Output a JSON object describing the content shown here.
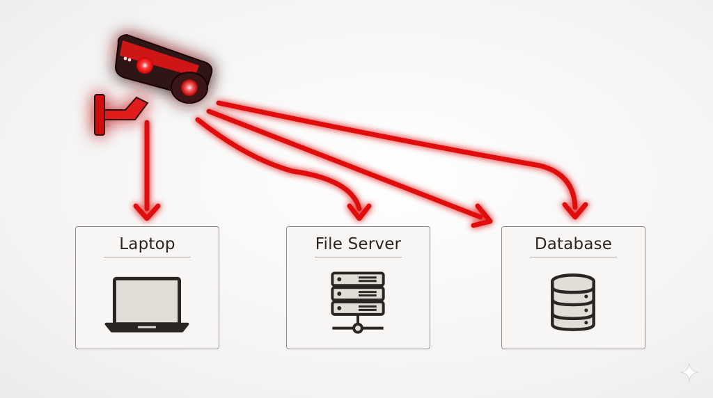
{
  "colors": {
    "accent": "#e01010",
    "glow": "#ff3030",
    "stroke": "#2b2523",
    "box_fill": "#f7f6f5",
    "icon_fill": "#e3ddd7"
  },
  "camera": {
    "icon": "security-camera-icon"
  },
  "nodes": [
    {
      "label": "Laptop",
      "icon": "laptop-icon"
    },
    {
      "label": "File Server",
      "icon": "file-server-icon"
    },
    {
      "label": "Database",
      "icon": "database-icon"
    }
  ],
  "watermark": {
    "icon": "sparkle-icon"
  }
}
